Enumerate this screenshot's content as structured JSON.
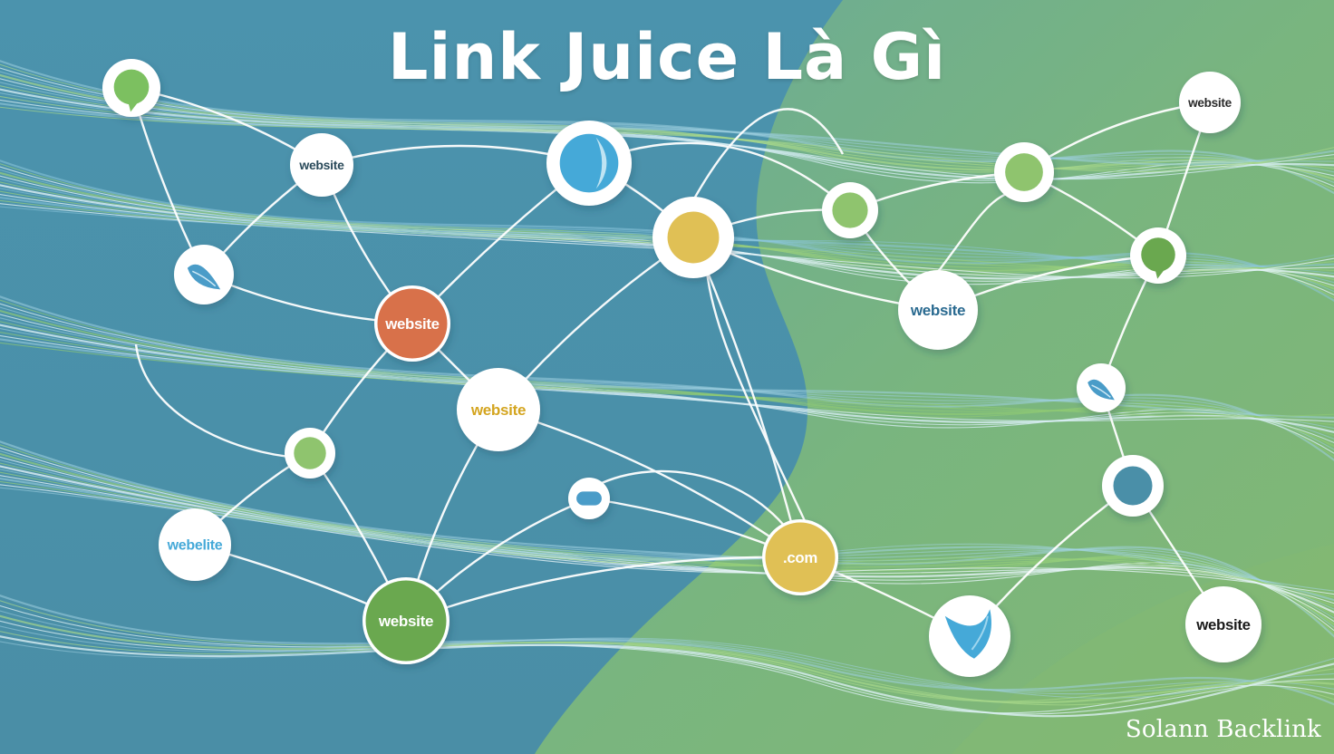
{
  "title": "Link Juice Là Gì",
  "watermark": "Solann Backlink",
  "colors": {
    "bg_blue": "#4a90a8",
    "bg_green": "#7db47a",
    "node_white": "#ffffff",
    "orange": "#d8714a",
    "yellow": "#e0c055",
    "green": "#6aa84f",
    "light_green": "#8fc46e",
    "sky_blue": "#45a9d8",
    "steel_blue": "#4a8fa8",
    "label_dark": "#2a4a5a"
  },
  "nodes": [
    {
      "id": "n1",
      "icon": "chat-bubble-icon",
      "label": "",
      "style": "white",
      "icon_color": "#7cc060"
    },
    {
      "id": "n2",
      "icon": "",
      "label": "website",
      "style": "white",
      "label_color": "#2a4a5a"
    },
    {
      "id": "n3",
      "icon": "globe-icon",
      "label": "",
      "style": "white",
      "icon_color": "#45a9d8"
    },
    {
      "id": "n4",
      "icon": "dot-icon",
      "label": "",
      "style": "white",
      "icon_color": "#e0c055"
    },
    {
      "id": "n5",
      "icon": "dot-icon",
      "label": "",
      "style": "white",
      "icon_color": "#8fc46e"
    },
    {
      "id": "n6",
      "icon": "dot-icon",
      "label": "",
      "style": "white",
      "icon_color": "#8fc46e"
    },
    {
      "id": "n7",
      "icon": "",
      "label": "website",
      "style": "white",
      "label_color": "#2a2a2a"
    },
    {
      "id": "n8",
      "icon": "leaf-icon",
      "label": "",
      "style": "white",
      "icon_color": "#4a9cc8"
    },
    {
      "id": "n9",
      "icon": "",
      "label": "website",
      "style": "orange",
      "label_color": "#ffffff"
    },
    {
      "id": "n10",
      "icon": "",
      "label": "website",
      "style": "white",
      "label_color": "#2a6a90"
    },
    {
      "id": "n11",
      "icon": "chat-bubble-icon",
      "label": "",
      "style": "white",
      "icon_color": "#6aa84f"
    },
    {
      "id": "n12",
      "icon": "",
      "label": "website",
      "style": "white",
      "label_color": "#d4a520"
    },
    {
      "id": "n13",
      "icon": "dot-icon",
      "label": "",
      "style": "white",
      "icon_color": "#8fc46e"
    },
    {
      "id": "n14",
      "icon": "pill-icon",
      "label": "",
      "style": "white",
      "icon_color": "#4a9cc8"
    },
    {
      "id": "n15",
      "icon": "leaf-icon",
      "label": "",
      "style": "white",
      "icon_color": "#4a9cc8"
    },
    {
      "id": "n16",
      "icon": "dot-icon",
      "label": "",
      "style": "white",
      "icon_color": "#4a8fa8"
    },
    {
      "id": "n17",
      "icon": "",
      "label": "webelite",
      "style": "white",
      "label_color": "#45a9d8"
    },
    {
      "id": "n18",
      "icon": "",
      "label": ".com",
      "style": "yellow",
      "label_color": "#ffffff"
    },
    {
      "id": "n19",
      "icon": "",
      "label": "website",
      "style": "green",
      "label_color": "#ffffff"
    },
    {
      "id": "n20",
      "icon": "wave-icon",
      "label": "",
      "style": "white",
      "icon_color": "#45a9d8"
    },
    {
      "id": "n21",
      "icon": "",
      "label": "website",
      "style": "white",
      "label_color": "#1a1a1a"
    }
  ]
}
